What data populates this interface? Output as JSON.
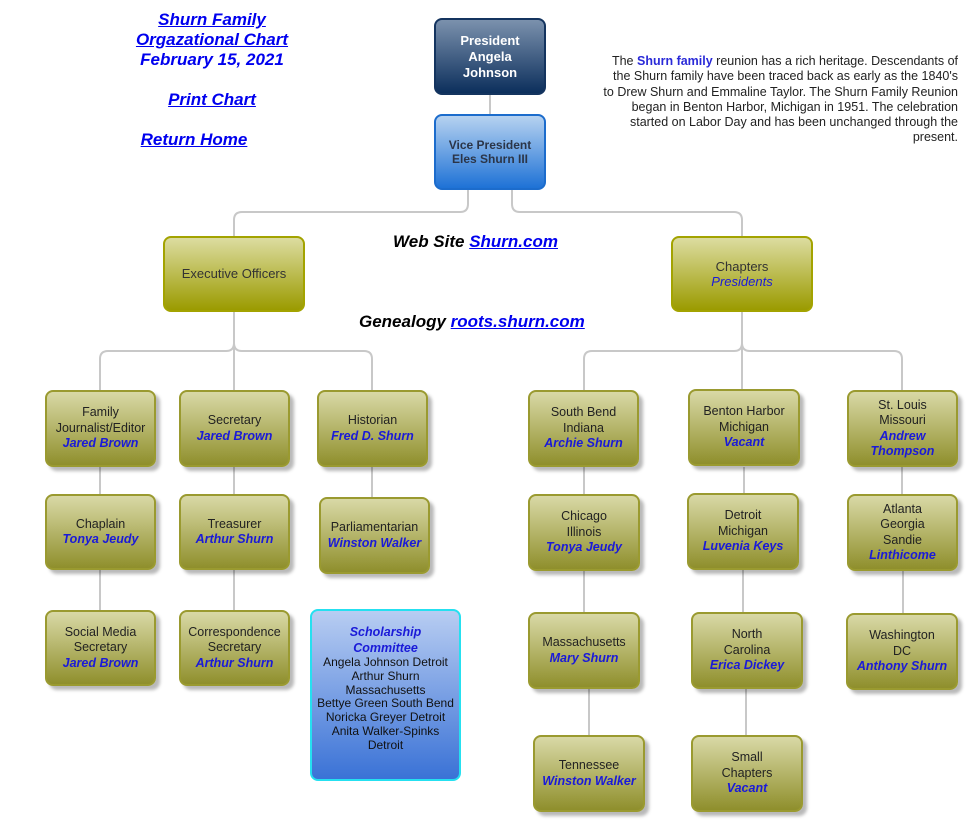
{
  "header": {
    "title_line1": "Shurn Family",
    "title_line2": "Orgazational Chart",
    "date": "February 15, 2021",
    "print_link": "Print Chart",
    "home_link": "Return Home"
  },
  "intro": {
    "lead": "The ",
    "highlight": "Shurn family",
    "text": " reunion has a rich heritage. Descendants of the Shurn family have been traced back as early as the 1840's to Drew Shurn and Emmaline Taylor. The Shurn Family Reunion began in Benton Harbor, Michigan in 1951. The celebration started on Labor Day and has been unchanged through the present."
  },
  "links": {
    "website_label": "Web Site ",
    "website_link": "Shurn.com",
    "genealogy_label": "Genealogy ",
    "genealogy_link": "roots.shurn.com"
  },
  "colors": {
    "link": "#0000ee",
    "name": "#1a1ad8",
    "olive_top": "#d9d9a6",
    "olive_bottom": "#8f8f2c",
    "president_bottom": "#0c2f5c",
    "vp_bottom": "#1e72d6",
    "connector": "#c8c8c8"
  },
  "chart": {
    "president": {
      "line1": "President",
      "line2": "Angela",
      "line3": "Johnson"
    },
    "vice_president": {
      "line1": "Vice President",
      "line2": "Eles Shurn III"
    },
    "executive": {
      "title": "Executive Officers"
    },
    "chapters": {
      "title": "Chapters",
      "subtitle": "Presidents"
    },
    "officers": [
      {
        "role": [
          "Family",
          "Journalist/Editor"
        ],
        "name": "Jared Brown"
      },
      {
        "role": [
          "Secretary"
        ],
        "name": "Jared Brown"
      },
      {
        "role": [
          "Historian"
        ],
        "name": "Fred D. Shurn"
      },
      {
        "role": [
          "Chaplain"
        ],
        "name": "Tonya Jeudy"
      },
      {
        "role": [
          "Treasurer"
        ],
        "name": "Arthur Shurn"
      },
      {
        "role": [
          "Parliamentarian"
        ],
        "name": "Winston Walker"
      },
      {
        "role": [
          "Social Media",
          "Secretary"
        ],
        "name": "Jared Brown"
      },
      {
        "role": [
          "Correspondence",
          "Secretary"
        ],
        "name": "Arthur Shurn"
      }
    ],
    "scholarship": {
      "title1": "Scholarship",
      "title2": "Committee",
      "members": [
        "Angela Johnson Detroit",
        "Arthur Shurn",
        "Massachusetts",
        "Bettye Green South Bend",
        "Noricka Greyer Detroit",
        "Anita Walker-Spinks",
        "Detroit"
      ]
    },
    "chapter_list": [
      {
        "place": [
          "South Bend",
          "Indiana"
        ],
        "name": [
          "Archie Shurn"
        ]
      },
      {
        "place": [
          "Benton Harbor",
          "Michigan"
        ],
        "name": [
          "Vacant"
        ]
      },
      {
        "place": [
          "St. Louis",
          "Missouri"
        ],
        "name": [
          "Andrew",
          "Thompson"
        ]
      },
      {
        "place": [
          "Chicago",
          "Illinois"
        ],
        "name": [
          "Tonya Jeudy"
        ]
      },
      {
        "place": [
          "Detroit",
          "Michigan"
        ],
        "name": [
          "Luvenia Keys"
        ]
      },
      {
        "place": [
          "Atlanta",
          "Georgia",
          "Sandie"
        ],
        "name": [
          "Linthicome"
        ]
      },
      {
        "place": [
          "Massachusetts"
        ],
        "name": [
          "Mary Shurn"
        ]
      },
      {
        "place": [
          "North",
          "Carolina"
        ],
        "name": [
          "Erica Dickey"
        ]
      },
      {
        "place": [
          "Washington",
          "DC"
        ],
        "name": [
          "Anthony Shurn"
        ]
      },
      {
        "place": [
          "Tennessee"
        ],
        "name": [
          "Winston Walker"
        ]
      },
      {
        "place": [
          "Small",
          "Chapters"
        ],
        "name": [
          "Vacant"
        ]
      }
    ]
  }
}
